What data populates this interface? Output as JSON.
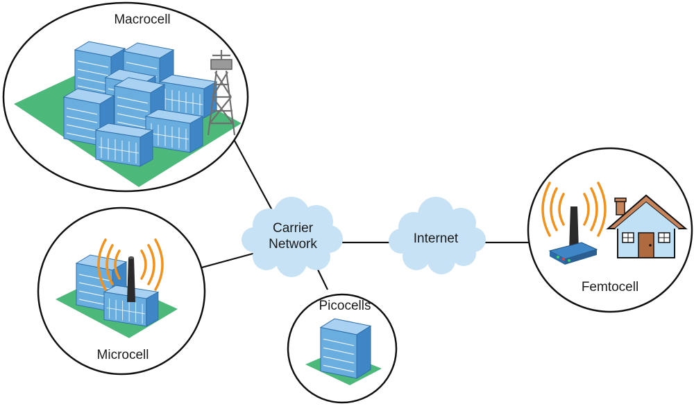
{
  "cells": {
    "macrocell": {
      "label": "Macrocell"
    },
    "microcell": {
      "label": "Microcell"
    },
    "picocells": {
      "label": "Picocells"
    },
    "femtocell": {
      "label": "Femtocell"
    }
  },
  "clouds": {
    "carrier": {
      "line1": "Carrier",
      "line2": "Network"
    },
    "internet": {
      "label": "Internet"
    }
  },
  "colors": {
    "building_face": "#6aaee0",
    "building_side": "#3f86c6",
    "building_top": "#a9d2f2",
    "ground": "#4cb87a",
    "cloud": "#c6e2f4",
    "signal": "#f2921c",
    "tower": "#8a8a8a",
    "house_roof": "#c8845a",
    "house_wall": "#bfe0f5",
    "door": "#b06a40"
  }
}
